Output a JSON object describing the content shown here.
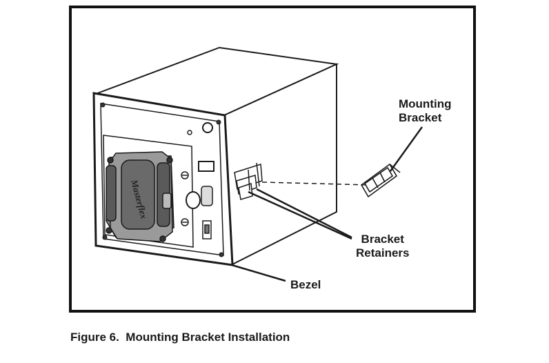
{
  "figure": {
    "caption": "Figure 6.  Mounting Bracket Installation",
    "brand_mark": "Masterflex"
  },
  "callouts": {
    "mounting_bracket_line1": "Mounting",
    "mounting_bracket_line2": "Bracket",
    "bracket_retainers_line1": "Bracket",
    "bracket_retainers_line2": "Retainers",
    "bezel": "Bezel"
  },
  "colors": {
    "line": "#1a1a1a",
    "frame": "#111111",
    "pump_body": "#8a8a8a",
    "pump_dark": "#4a4a4a"
  }
}
